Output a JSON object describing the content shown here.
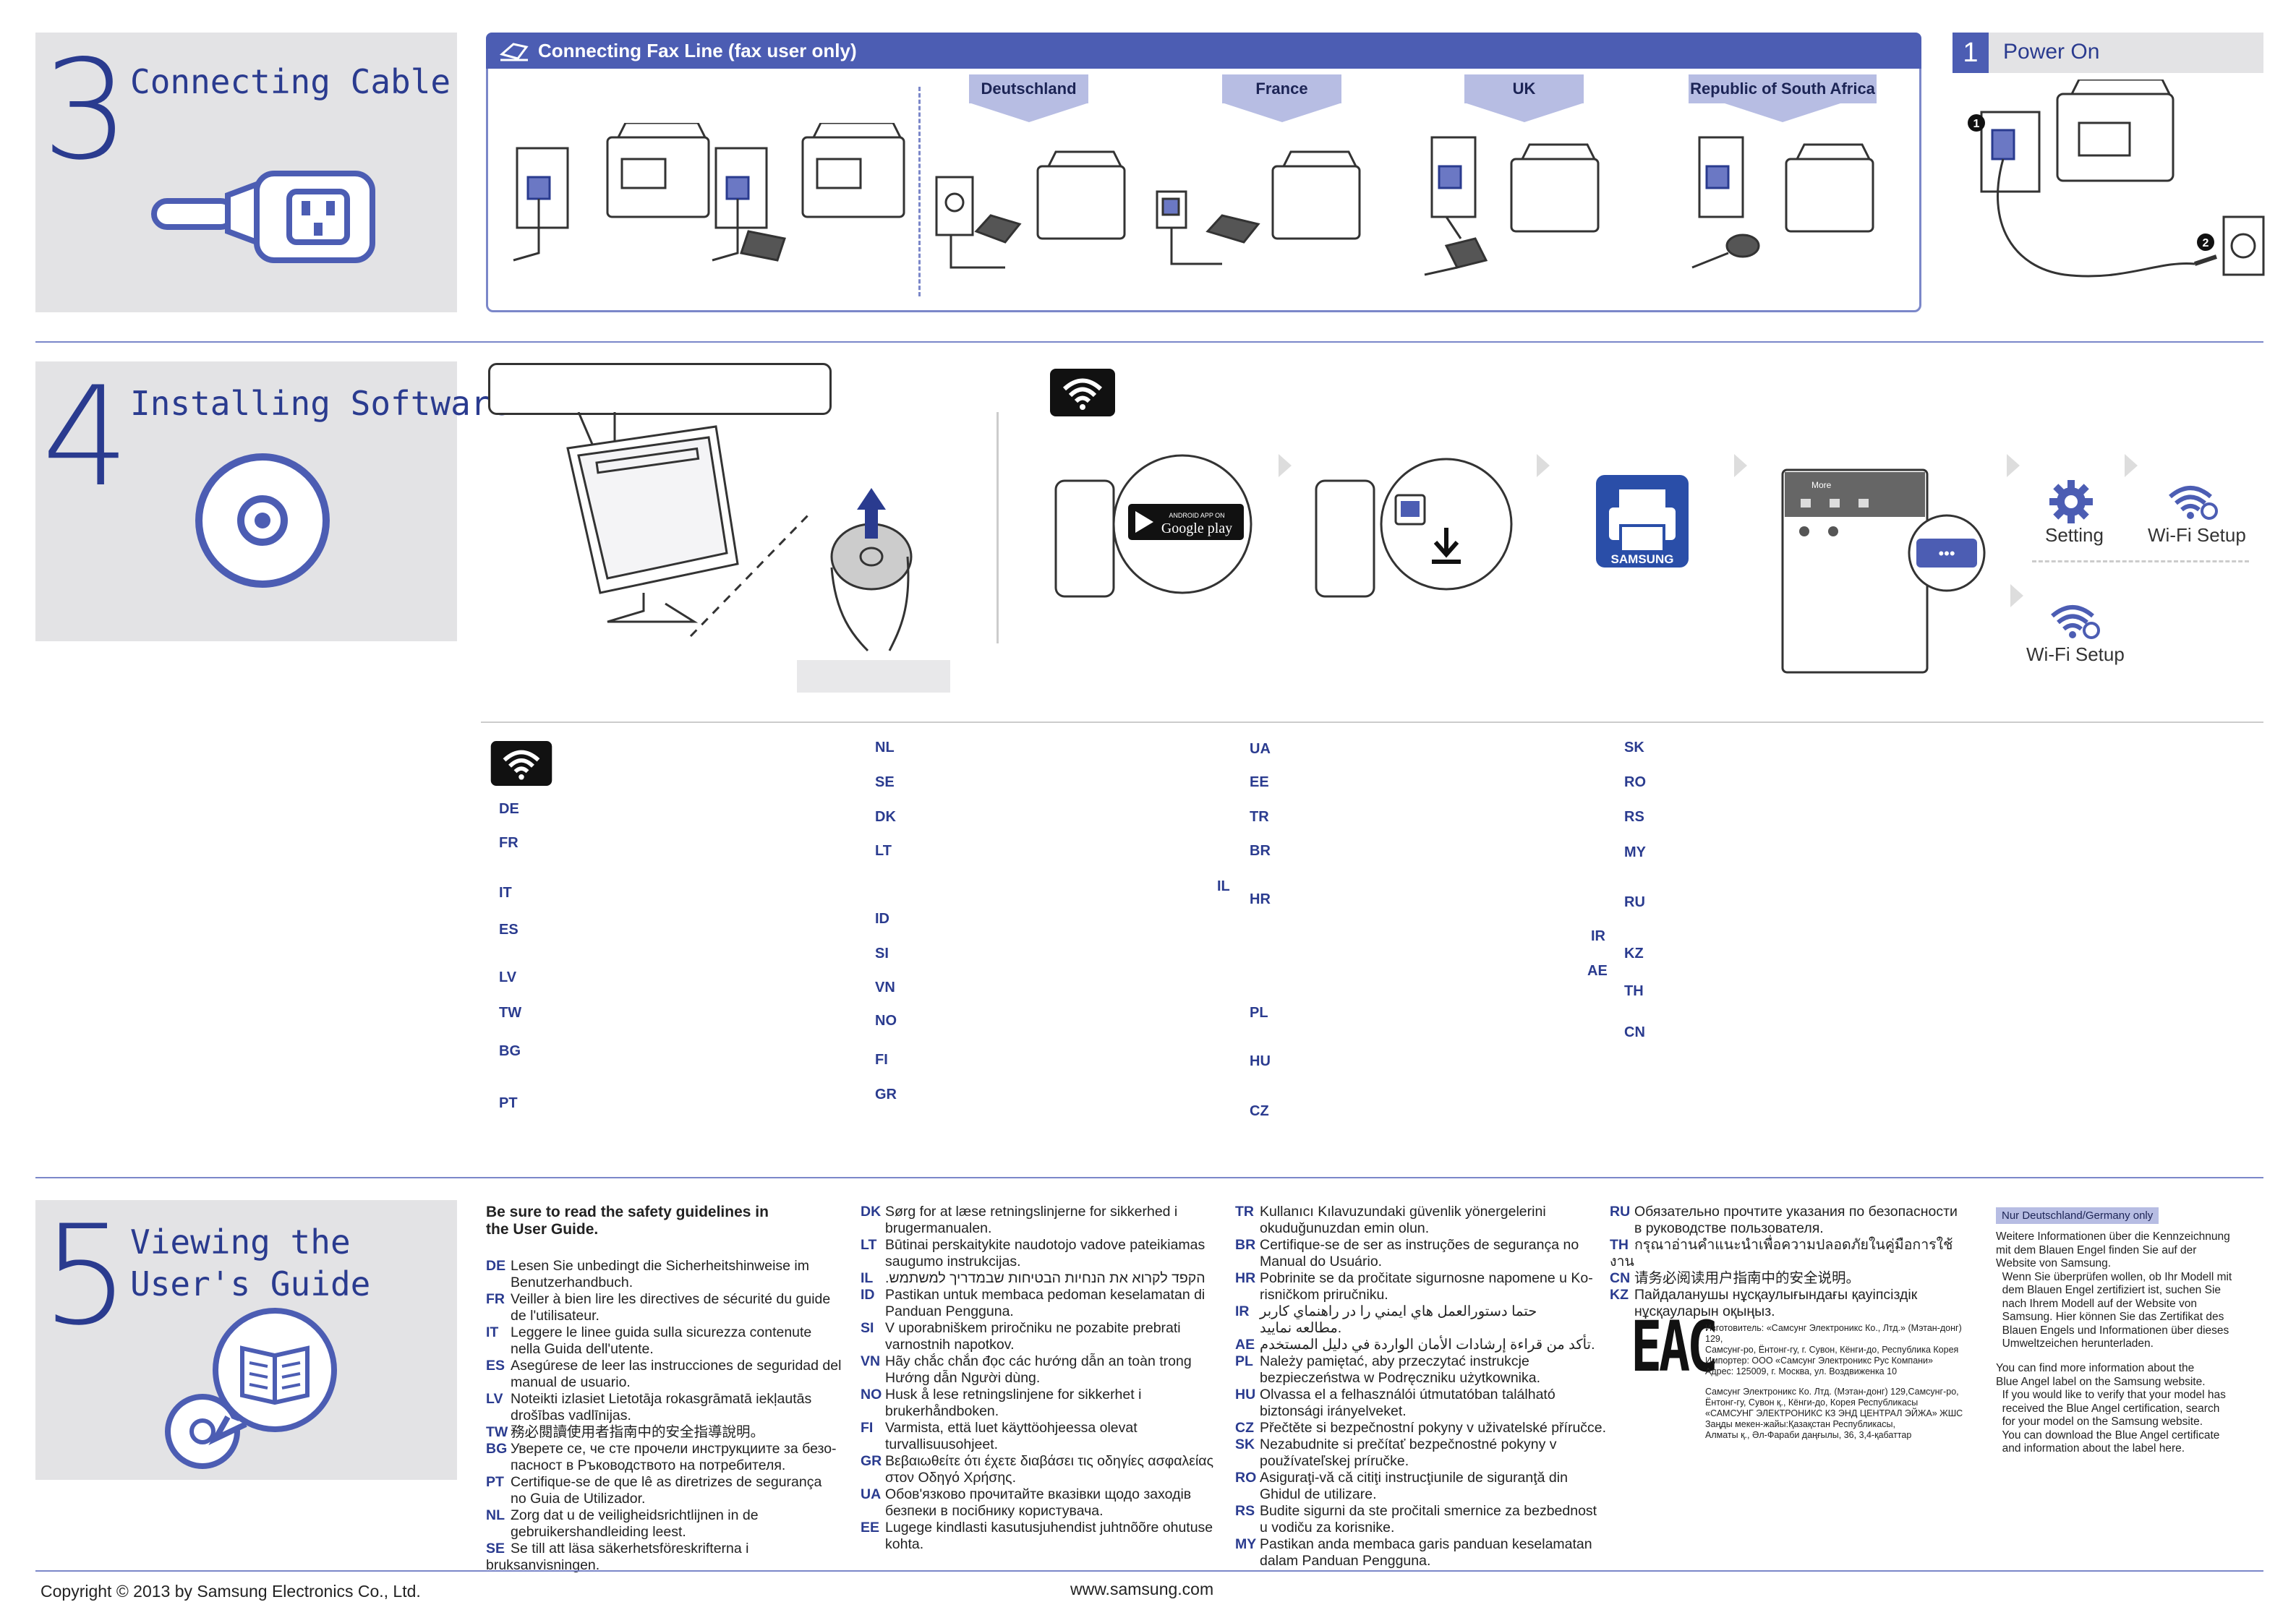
{
  "section3": {
    "number": "3",
    "title": "Connecting Cable",
    "fax_header": "Connecting Fax Line (fax user only)",
    "countries": [
      "Deutschland",
      "France",
      "UK",
      "Republic of South Africa"
    ],
    "power_step_number": "1",
    "power_step_title": "Power On",
    "power_markers": [
      "1",
      "2"
    ]
  },
  "section4": {
    "number": "4",
    "title": "Installing Software",
    "google_play_small": "ANDROID APP ON",
    "google_play": "Google play",
    "samsung_logo": "SAMSUNG",
    "tablet_more": "More",
    "setting_label": "Setting",
    "wifi_setup_label": "Wi-Fi Setup",
    "wifi_setup_label2": "Wi-Fi Setup",
    "more_dots": "•••",
    "lang_col1": [
      "DE",
      "FR",
      "IT",
      "ES",
      "LV",
      "TW",
      "BG",
      "PT"
    ],
    "lang_col2": [
      "NL",
      "SE",
      "DK",
      "LT",
      "ID",
      "SI",
      "VN",
      "NO",
      "FI",
      "GR"
    ],
    "lang_col2b": [
      "IL"
    ],
    "lang_col3": [
      "UA",
      "EE",
      "TR",
      "BR",
      "HR",
      "PL",
      "HU",
      "CZ"
    ],
    "lang_col3b": [
      "IR",
      "AE"
    ],
    "lang_col4": [
      "SK",
      "RO",
      "RS",
      "MY",
      "RU",
      "KZ",
      "TH",
      "CN"
    ]
  },
  "section5": {
    "number": "5",
    "title_line1": "Viewing the",
    "title_line2": "User's Guide",
    "intro_line1": "Be sure to read the safety guidelines in",
    "intro_line2": "the User Guide.",
    "col1": [
      {
        "code": "DE",
        "l1": "Lesen Sie unbedingt die Sicherheitshinweise im",
        "l2": "Benutzerhandbuch."
      },
      {
        "code": "FR",
        "l1": "Veiller à bien lire les directives de sécurité du guide",
        "l2": "de l'utilisateur."
      },
      {
        "code": "IT",
        "l1": "Leggere le linee guida sulla sicurezza contenute",
        "l2": "nella Guida dell'utente."
      },
      {
        "code": "ES",
        "l1": "Asegúrese de leer las instrucciones de seguridad del",
        "l2": "manual de usuario."
      },
      {
        "code": "LV",
        "l1": "Noteikti izlasiet Lietotāja rokasgrāmatā iekļautās",
        "l2": "drošības vadlīnijas."
      },
      {
        "code": "TW",
        "l1": "務必閱讀使用者指南中的安全指導說明。",
        "l2": ""
      },
      {
        "code": "BG",
        "l1": "Уверете се, че сте прочели инструкциите за безо-",
        "l2": "пасност в Ръководството на потребителя."
      },
      {
        "code": "PT",
        "l1": "Certifique-se de que lê as diretrizes de segurança",
        "l2": "no Guia de Utilizador."
      },
      {
        "code": "NL",
        "l1": "Zorg dat u de veiligheidsrichtlijnen in de",
        "l2": "gebruikershandleiding leest."
      },
      {
        "code": "SE",
        "l1": "Se till att läsa säkerhetsföreskrifterna i bruksanvisningen.",
        "l2": ""
      }
    ],
    "col2": [
      {
        "code": "DK",
        "l1": "Sørg for at læse retningslinjerne for sikkerhed i",
        "l2": "brugermanualen."
      },
      {
        "code": "LT",
        "l1": "Būtinai perskaitykite naudotojo vadove pateikiamas",
        "l2": "saugumo instrukcijas."
      },
      {
        "code": "IL",
        "l1": ".הקפד לקרוא את הנחיות הבטיחות שבמדריך למשתמש",
        "l2": ""
      },
      {
        "code": "ID",
        "l1": "Pastikan untuk membaca pedoman keselamatan di",
        "l2": "Panduan Pengguna."
      },
      {
        "code": "SI",
        "l1": "V uporabniškem priročniku ne pozabite prebrati",
        "l2": "varnostnih napotkov."
      },
      {
        "code": "VN",
        "l1": "Hãy chắc chắn đọc các hướng dẫn an toàn trong",
        "l2": "Hướng dẫn Người dùng."
      },
      {
        "code": "NO",
        "l1": "Husk å lese retningslinjene for sikkerhet i",
        "l2": "brukerhåndboken."
      },
      {
        "code": "FI",
        "l1": "Varmista, että luet käyttöohjeessa olevat",
        "l2": "turvallisuusohjeet."
      },
      {
        "code": "GR",
        "l1": "Βεβαιωθείτε ότι έχετε διαβάσει τις οδηγίες ασφαλείας",
        "l2": "στον Οδηγό Χρήσης."
      },
      {
        "code": "UA",
        "l1": "Обов'язково прочитайте вказівки щодо заходів",
        "l2": "безпеки в посібнику користувача."
      },
      {
        "code": "EE",
        "l1": "Lugege kindlasti kasutusjuhendist juhtnõõre ohutuse",
        "l2": "kohta."
      }
    ],
    "col3": [
      {
        "code": "TR",
        "l1": "Kullanıcı Kılavuzundaki güvenlik yönergelerini",
        "l2": "okuduğunuzdan emin olun."
      },
      {
        "code": "BR",
        "l1": "Certifique-se de ser as instruções de segurança no",
        "l2": "Manual do Usuário."
      },
      {
        "code": "HR",
        "l1": "Pobrinite se da pročitate sigurnosne napomene u Ko-",
        "l2": "risničkom priručniku."
      },
      {
        "code": "IR",
        "l1": "حتما دستورالعمل هاي ايمني را در راهنماي كاربر",
        "l2": "مطالعه نماييد."
      },
      {
        "code": "AE",
        "l1": "تأكد من قراءة إرشادات الأمان الواردة في دليل المستخدم.",
        "l2": ""
      },
      {
        "code": "PL",
        "l1": "Należy pamiętać, aby przeczytać instrukcje",
        "l2": "bezpieczeństwa w Podręczniku użytkownika."
      },
      {
        "code": "HU",
        "l1": "Olvassa el a felhasználói útmutatóban található",
        "l2": "biztonsági irányelveket."
      },
      {
        "code": "CZ",
        "l1": "Přečtěte si bezpečnostní pokyny v uživatelské příručce.",
        "l2": ""
      },
      {
        "code": "SK",
        "l1": "Nezabudnite si prečítať bezpečnostné pokyny v",
        "l2": "používateľskej príručke."
      },
      {
        "code": "RO",
        "l1": "Asiguraţi-vă că citiţi instrucţiunile de siguranţă din",
        "l2": "Ghidul de utilizare."
      },
      {
        "code": "RS",
        "l1": "Budite sigurni da ste pročitali smernice za bezbednost",
        "l2": "u vodiču za korisnike."
      },
      {
        "code": "MY",
        "l1": "Pastikan anda membaca garis panduan keselamatan",
        "l2": "dalam Panduan Pengguna."
      }
    ],
    "col4": [
      {
        "code": "RU",
        "l1": "Обязательно прочтите указания по безопасности",
        "l2": "в руководстве пользователя."
      },
      {
        "code": "TH",
        "l1": "กรุณาอ่านคำแนะนำเพื่อความปลอดภัยในคู่มือการใช้งาน",
        "l2": ""
      },
      {
        "code": "CN",
        "l1": "请务必阅读用户指南中的安全说明。",
        "l2": ""
      },
      {
        "code": "KZ",
        "l1": "Пайдаланушы нұсқаулығындағы қауіпсіздік",
        "l2": "нұсқауларын оқыңыз."
      }
    ],
    "eac_logo": "EAC",
    "eac_lines": [
      "Изготовитель: «Самсунг Электроникс Ко., Лтд.» (Мэтан-донг) 129,",
      "Самсунг-ро, Ёнтонг-гу, г. Сувон, Кёнги-до, Республика Корея",
      "Импортер:  ООО «Самсунг Электроникс Рус Компани»",
      "Адрес: 125009, г. Москва, ул. Воздвиженка 10",
      "",
      "Самсунг Электроникс Ко. Лтд. (Мэтан-донг) 129,Самсунг-ро,",
      "Ёнтонг-гу, Сувон қ., Кёнги-до, Корея Республикасы",
      "«САМСУНГ ЭЛЕКТРОНИКС КЗ ЭНД ЦЕНТРАЛ ЭЙЖА» ЖШС",
      "Заңды мекен-жайы:Қазақстан Республикасы,",
      "Алматы қ., Әл-Фараби даңғылы, 36, 3,4-қабаттар"
    ],
    "germany_badge": "Nur Deutschland/Germany only",
    "germany_lines": [
      "Weitere Informationen über die Kennzeichnung",
      "mit dem Blauen Engel finden Sie auf der",
      "Website von Samsung.",
      "  Wenn Sie überprüfen wollen, ob Ihr Modell mit",
      "  dem Blauen Engel zertifiziert ist, suchen Sie",
      "  nach Ihrem Modell auf der Website von",
      "  Samsung. Hier können Sie das Zertifikat des",
      "  Blauen Engels und Informationen über dieses",
      "  Umweltzeichen herunterladen.",
      "",
      "You can find more information about the",
      "Blue Angel label on the Samsung website.",
      "  If you would like to verify that your model has",
      "  received the Blue Angel certification, search",
      "  for your model on the Samsung website.",
      "  You can download the Blue Angel certificate",
      "  and information about the label here."
    ]
  },
  "footer": {
    "copyright": "Copyright © 2013 by Samsung Electronics Co., Ltd.",
    "website": "www.samsung.com"
  },
  "colors": {
    "brand_blue": "#2a3b8f",
    "fax_header": "#4c5db3",
    "tab_bg": "#b7bde3",
    "panel_gray": "#e3e3e5"
  }
}
